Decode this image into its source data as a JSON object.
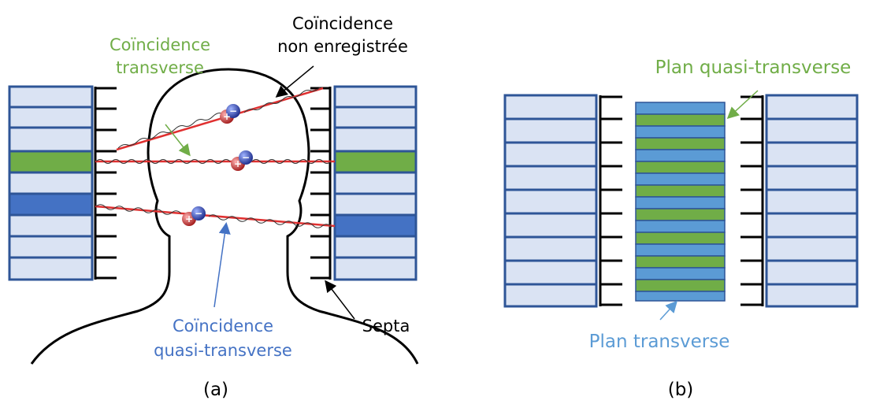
{
  "panel_a": {
    "caption": "(a)",
    "label_transverse": [
      "Coïncidence",
      "transverse"
    ],
    "label_not_recorded": [
      "Coïncidence",
      "non enregistrée"
    ],
    "label_quasi": [
      "Coïncidence",
      "quasi-transverse"
    ],
    "label_septa": "Septa"
  },
  "panel_b": {
    "caption": "(b)",
    "label_quasi_plane": "Plan quasi-transverse",
    "label_transverse_plane": "Plan transverse"
  },
  "colors": {
    "detector_fill": "#dae3f3",
    "detector_border": "#2e5597",
    "green": "#70ad47",
    "dark_blue": "#4472c4",
    "mid_blue": "#5b9bd5",
    "photon_line": "#e03030",
    "label_green": "#70ad47",
    "label_blue": "#4472c4",
    "label_lightblue": "#5b9bd5",
    "black": "#000000"
  }
}
